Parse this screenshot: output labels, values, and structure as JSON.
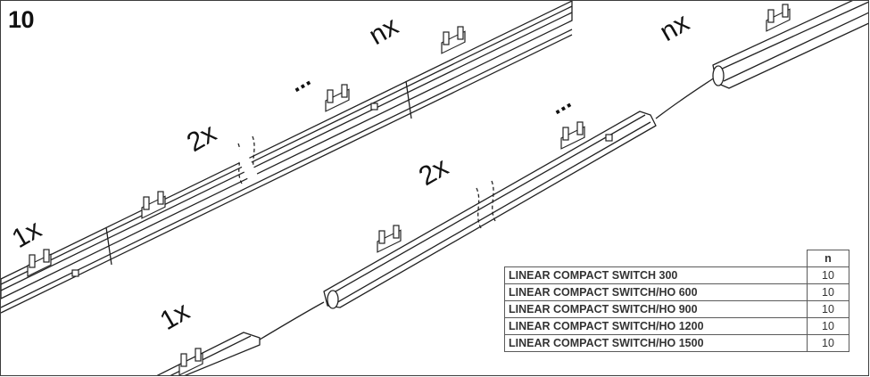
{
  "figure": {
    "step_number": "10",
    "labels": {
      "upper_first": "1x",
      "upper_second": "2x",
      "upper_ellipsis": "...",
      "upper_last": "nx",
      "lower_first": "1x",
      "lower_second": "2x",
      "lower_ellipsis": "...",
      "lower_last": "nx"
    }
  },
  "table": {
    "header": "n",
    "rows": [
      {
        "model": "LINEAR COMPACT SWITCH 300",
        "n": "10"
      },
      {
        "model": "LINEAR COMPACT SWITCH/HO 600",
        "n": "10"
      },
      {
        "model": "LINEAR COMPACT SWITCH/HO 900",
        "n": "10"
      },
      {
        "model": "LINEAR COMPACT SWITCH/HO 1200",
        "n": "10"
      },
      {
        "model": "LINEAR COMPACT SWITCH/HO 1500",
        "n": "10"
      }
    ]
  },
  "colors": {
    "line": "#222222",
    "fill": "#ffffff",
    "table_text": "#333333"
  }
}
